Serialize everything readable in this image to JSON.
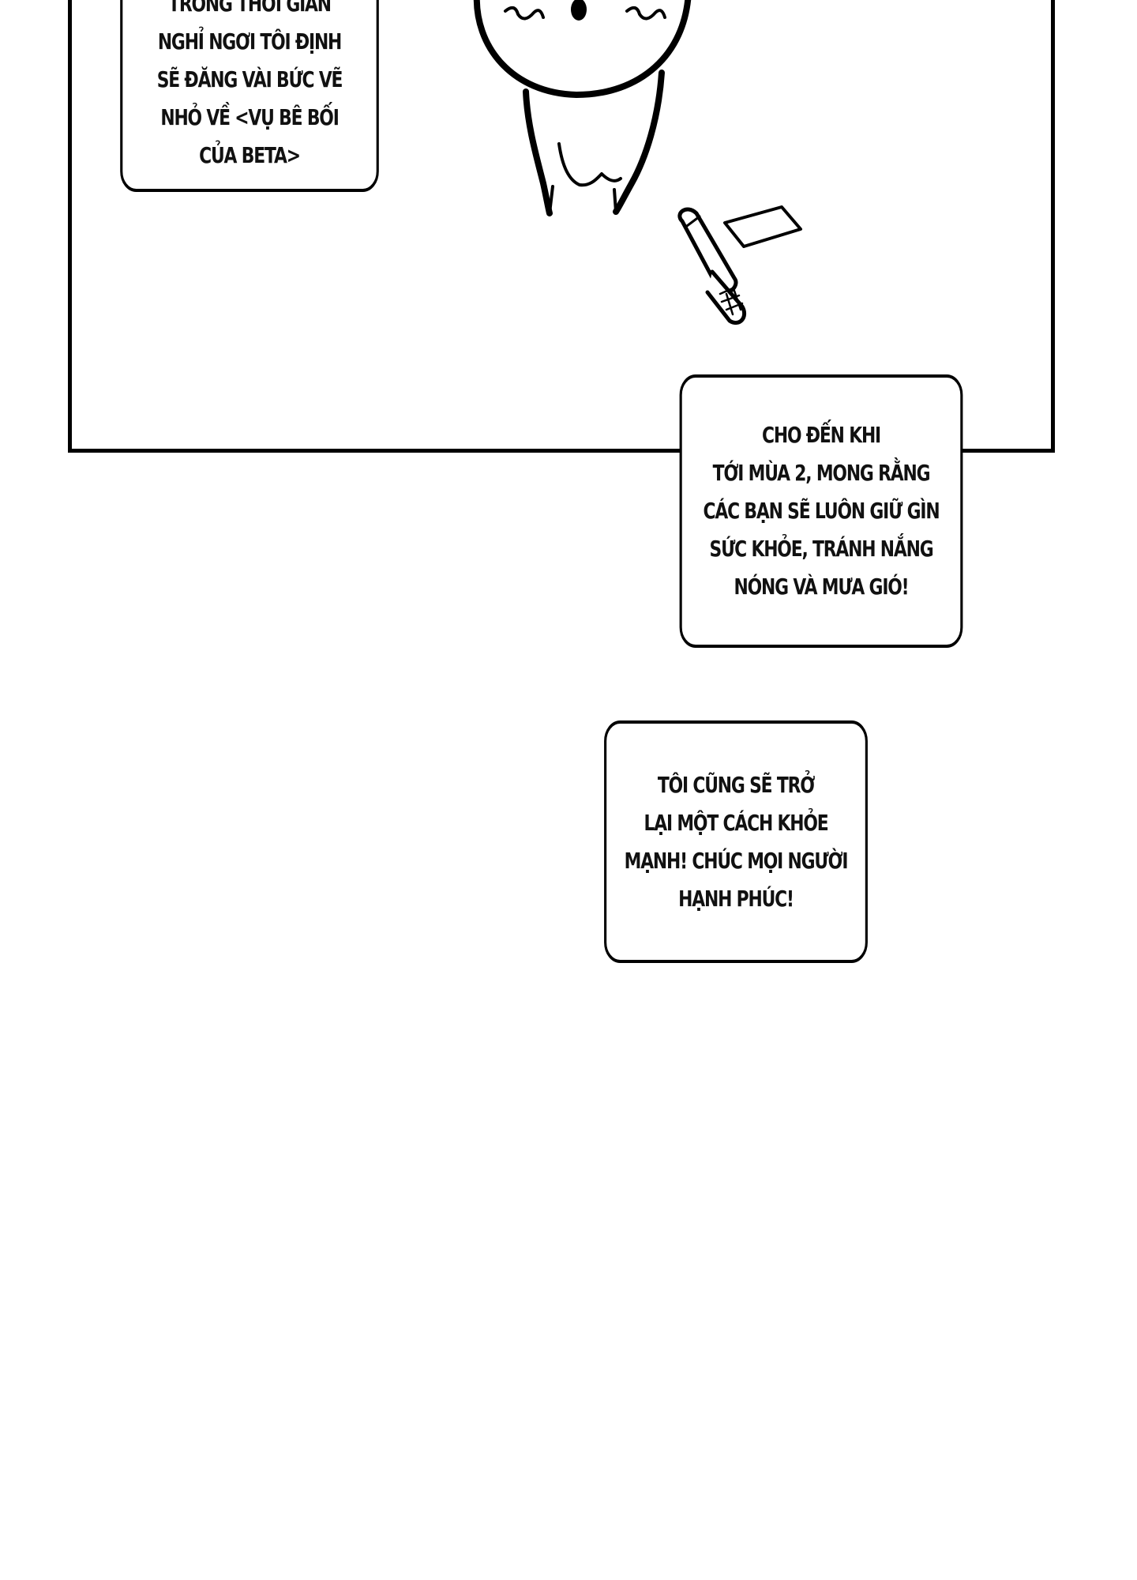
{
  "bubbles": [
    {
      "lines": [
        "TRONG THỜI GIAN",
        "NGHỈ NGƠI TÔI ĐỊNH",
        "SẼ ĐĂNG VÀI BỨC VẼ",
        "NHỎ VỀ <VỤ BÊ BỐI",
        "CỦA BETA>"
      ]
    },
    {
      "lines": [
        "CHO ĐẾN KHI",
        "TỚI MÙA 2, MONG RẰNG",
        "CÁC BẠN SẼ LUÔN GIỮ GÌN",
        "SỨC KHỎE, TRÁNH NẮNG",
        "NÓNG VÀ MƯA GIÓ!"
      ]
    },
    {
      "lines": [
        "TÔI CŨNG SẼ TRỞ",
        "LẠI MỘT CÁCH KHỎE",
        "MẠNH! CHÚC MỌI NGƯỜI",
        "HẠNH PHÚC!"
      ]
    }
  ],
  "colors": {
    "ink": "#000000",
    "paper": "#ffffff"
  },
  "icons": {
    "character": "chibi-character-icon",
    "marker": "marker-pen-icon",
    "paper": "paper-note-icon"
  }
}
